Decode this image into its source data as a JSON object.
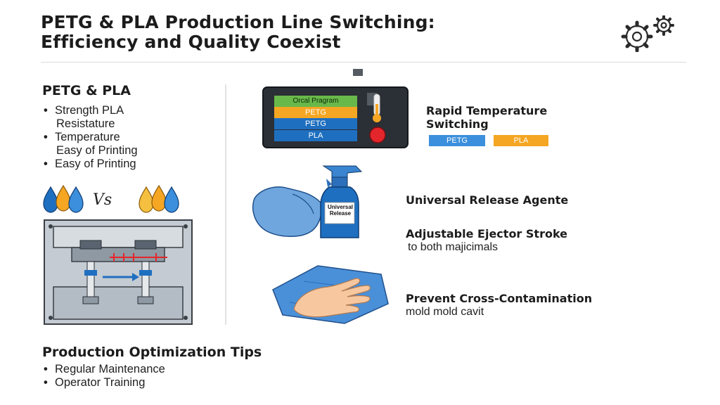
{
  "header": {
    "title_line1": "PETG & PLA Production Line Switching:",
    "title_line2": "Efficiency and Quality Coexist"
  },
  "left": {
    "heading": "PETG & PLA",
    "bullets": [
      {
        "line1": "Strength PLA",
        "line2": "Resistature"
      },
      {
        "line1": "Temperature",
        "line2": "Easy of Printing"
      },
      {
        "line1": "Easy of Printing",
        "line2": ""
      }
    ],
    "vs_label": "Vs"
  },
  "controller": {
    "menu": [
      "Orcal Pragram",
      "PETG",
      "PETG",
      "PLA"
    ]
  },
  "features": {
    "rapid_temp": {
      "title_line1": "Rapid Temperature",
      "title_line2": "Switching",
      "tag_petg": "PETG",
      "tag_pla": "PLA"
    },
    "release_agent": {
      "title": "Universal Release Agente",
      "bottle_label_line1": "Universal",
      "bottle_label_line2": "Release"
    },
    "ejector": {
      "title": "Adjustable Ejector Stroke",
      "subtitle": "to both majicimals"
    },
    "contamination": {
      "title": "Prevent Cross-Contamination",
      "subtitle": "mold mold cavit"
    }
  },
  "tips": {
    "heading": "Production Optimization Tips",
    "items": [
      "Regular Maintenance",
      "Operator Training"
    ]
  },
  "colors": {
    "blue": "#1f6fc0",
    "light_blue": "#3b8fdc",
    "orange": "#f5a623",
    "green": "#69b84a",
    "red": "#e3262b",
    "dark_panel": "#2b2f36",
    "steel": "#a9b1ba"
  },
  "icons": [
    "gears-icon",
    "thermometer-icon",
    "spray-bottle-icon",
    "glove-icon",
    "cloth-wipe-icon",
    "droplets-icon"
  ]
}
